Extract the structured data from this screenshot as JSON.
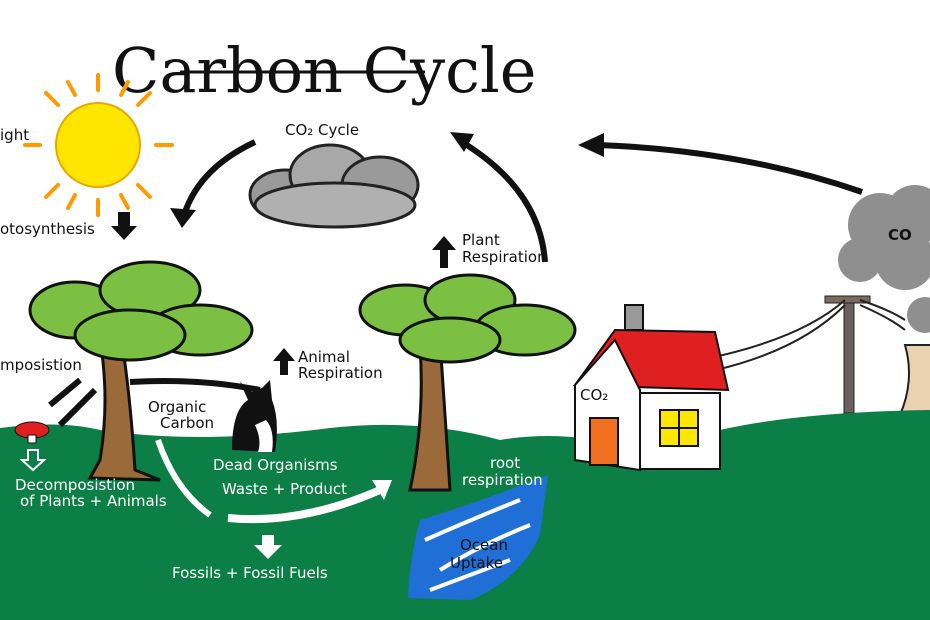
{
  "title": "Carbon Cycle",
  "labels": {
    "sunlight": "ight",
    "photosynthesis": "otosynthesis",
    "co2_cycle": "CO₂ Cycle",
    "plant_respiration_1": "Plant",
    "plant_respiration_2": "Respiration",
    "animal_respiration_1": "Animal",
    "animal_respiration_2": "Respiration",
    "decomposition": "mposistion",
    "organic_carbon_1": "Organic",
    "organic_carbon_2": "Carbon",
    "decomposition_plants_1": "Decomposistion",
    "decomposition_plants_2": "of Plants + Animals",
    "dead_organisms_1": "Dead Organisms",
    "dead_organisms_2": "Waste + Product",
    "fossils": "Fossils + Fossil Fuels",
    "root_respiration_1": "root",
    "root_respiration_2": "respiration",
    "ocean_uptake_1": "Ocean",
    "ocean_uptake_2": "Uptake",
    "house_co2": "CO₂",
    "factory_co2": "CO"
  },
  "colors": {
    "ground": "#0b7f45",
    "sun": "#ffe600",
    "roof": "#e02020",
    "water": "#1f6fd6",
    "trunk": "#9a6a3a",
    "leaves": "#7bc043",
    "smoke": "#8f8f8f"
  }
}
